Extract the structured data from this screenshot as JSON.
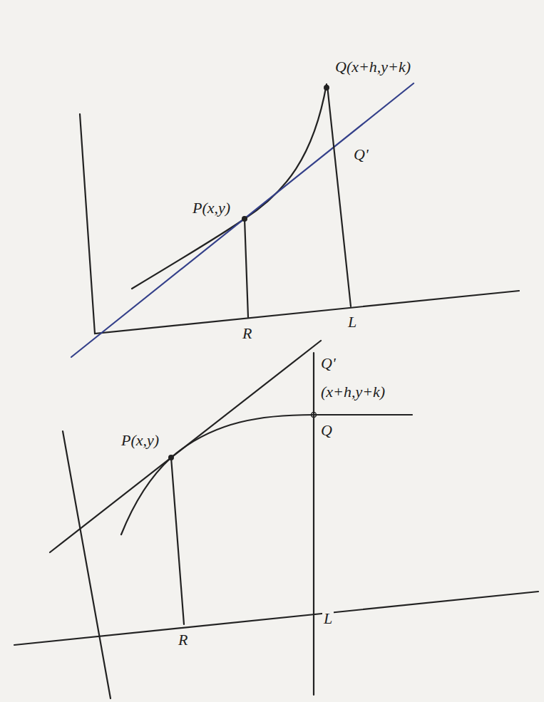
{
  "diagram": {
    "labels": [
      "Q(x+h,y+k)",
      "Q'",
      "P(x,y)",
      "R",
      "L",
      "Q'",
      "(x+h,y+k)",
      "Q",
      "P(x,y)",
      "R",
      "L"
    ]
  }
}
